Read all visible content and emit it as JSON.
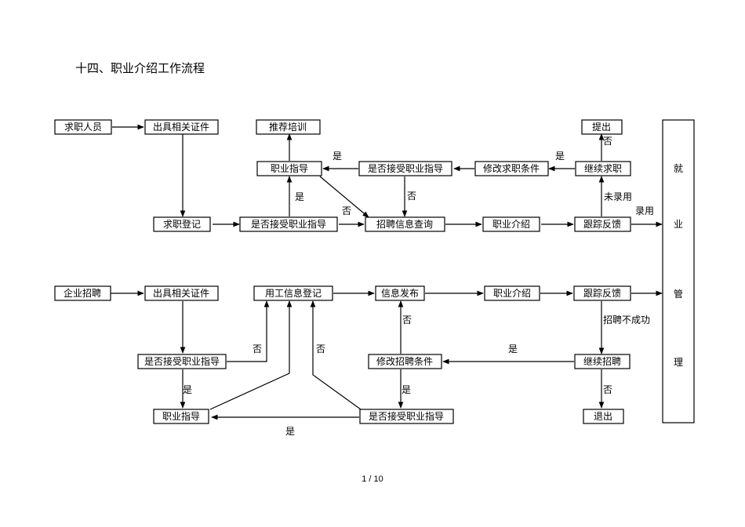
{
  "title": "十四、职业介绍工作流程",
  "page_number": "1 / 10",
  "nodes": {
    "job_seeker": "求职人员",
    "issue_docs_top": "出具相关证件",
    "recommend_training": "推荐培训",
    "career_guidance_top": "职业指导",
    "accept_guidance_q1": "是否接受职业指导",
    "modify_conditions_top": "修改求职条件",
    "continue_seeking": "继续求职",
    "submit": "提出",
    "registration": "求职登记",
    "accept_guidance_q2": "是否接受职业指导",
    "recruit_info_query": "招聘信息查询",
    "job_intro_top": "职业介绍",
    "follow_up_top": "跟踪反馈",
    "enterprise_recruit": "企业招聘",
    "issue_docs_bottom": "出具相关证件",
    "employer_registration": "用工信息登记",
    "info_publish": "信息发布",
    "job_intro_bottom": "职业介绍",
    "follow_up_bottom": "跟踪反馈",
    "accept_guidance_q3": "是否接受职业指导",
    "modify_recruit_conditions": "修改招聘条件",
    "continue_recruit": "继续招聘",
    "career_guidance_bottom": "职业指导",
    "accept_guidance_q4": "是否接受职业指导",
    "exit": "退出"
  },
  "side_panel": [
    "就",
    "业",
    "管",
    "理"
  ],
  "edge_labels": {
    "yes_top_guidance": "是",
    "yes_continue_modify": "是",
    "no_submit": "否",
    "yes_to_guidance": "是",
    "no_q2_query": "否",
    "no_q1_query": "否",
    "not_hired": "未录用",
    "hired": "录用",
    "no_modify_publish": "否",
    "recruit_failed": "招聘不成功",
    "no_q3_register": "否",
    "no_q4_register": "否",
    "yes_continue_recruit": "是",
    "yes_q3_guidance": "是",
    "yes_modify_q4": "是",
    "no_exit": "否",
    "yes_q4_guidance": "是"
  }
}
